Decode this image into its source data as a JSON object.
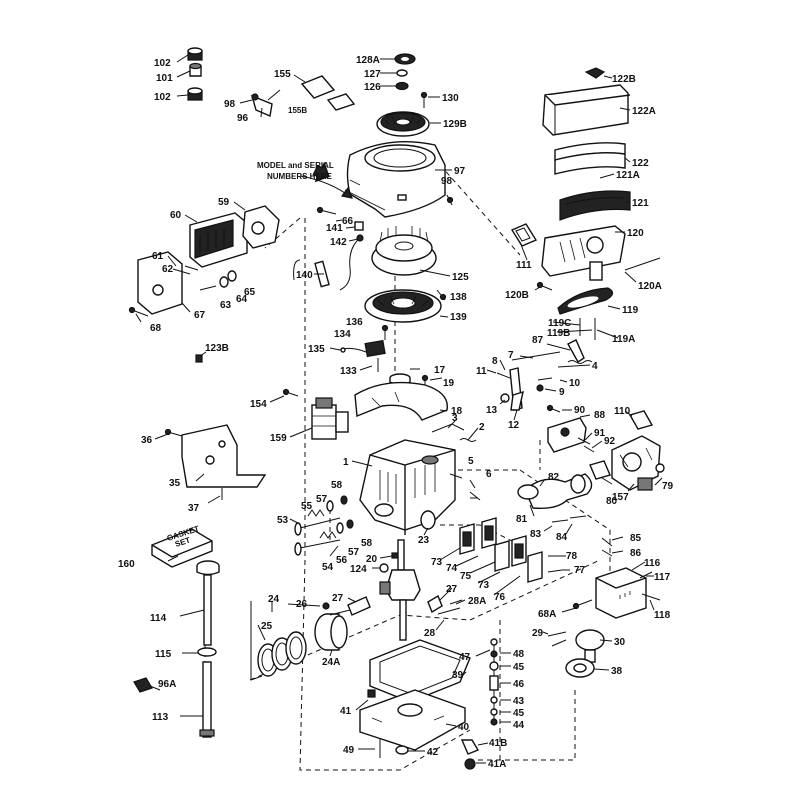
{
  "callout": {
    "line1": "MODEL and SERIAL",
    "line2": "NUMBERS HERE"
  },
  "gasket_box": {
    "line1": "GASKET",
    "line2": "SET"
  },
  "labels": {
    "p102a": "102",
    "p101": "101",
    "p102b": "102",
    "p155": "155",
    "p155b": "155B",
    "p98a": "98",
    "p96": "96",
    "p128a": "128A",
    "p127": "127",
    "p126": "126",
    "p130": "130",
    "p129b": "129B",
    "p122b": "122B",
    "p122a": "122A",
    "p122": "122",
    "p121a": "121A",
    "p121": "121",
    "p120": "120",
    "p120a": "120A",
    "p120b": "120B",
    "p111": "111",
    "p119": "119",
    "p119c": "119C",
    "p119b": "119B",
    "p119a": "119A",
    "p97": "97",
    "p98b": "98",
    "p60": "60",
    "p59": "59",
    "p66": "66",
    "p141": "141",
    "p142": "142",
    "p125": "125",
    "p140": "140",
    "p138": "138",
    "p139": "139",
    "p61": "61",
    "p62": "62",
    "p65": "65",
    "p64": "64",
    "p63": "63",
    "p67": "67",
    "p68": "68",
    "p136": "136",
    "p134": "134",
    "p135": "135",
    "p133": "133",
    "p123b": "123B",
    "p87": "87",
    "p8": "8",
    "p7": "7",
    "p4": "4",
    "p11": "11",
    "p10": "10",
    "p9": "9",
    "p17": "17",
    "p19": "19",
    "p154": "154",
    "p18": "18",
    "p13": "13",
    "p12": "12",
    "p3": "3",
    "p2": "2",
    "p90": "90",
    "p88": "88",
    "p110": "110",
    "p91": "91",
    "p92": "92",
    "p159": "159",
    "p36": "36",
    "p1": "1",
    "p5": "5",
    "p6": "6",
    "p82": "82",
    "p80": "80",
    "p157": "157",
    "p79": "79",
    "p35": "35",
    "p37": "37",
    "p58a": "58",
    "p57a": "57",
    "p55": "55",
    "p53": "53",
    "p58b": "58",
    "p57b": "57",
    "p56": "56",
    "p23": "23",
    "p81": "81",
    "p83": "83",
    "p84": "84",
    "p85": "85",
    "p86": "86",
    "p54": "54",
    "p20": "20",
    "p124": "124",
    "p73a": "73",
    "p74": "74",
    "p75": "75",
    "p73b": "73",
    "p78": "78",
    "p77": "77",
    "p76": "76",
    "p116": "116",
    "p117": "117",
    "p118": "118",
    "p68a": "68A",
    "p160": "160",
    "p24": "24",
    "p26": "26",
    "p27a": "27",
    "p27b": "27",
    "p28a": "28A",
    "p28": "28",
    "p114": "114",
    "p25": "25",
    "p24a": "24A",
    "p29": "29",
    "p30": "30",
    "p115": "115",
    "p47": "47",
    "p48": "48",
    "p45a": "45",
    "p38": "38",
    "p39": "39",
    "p96a": "96A",
    "p46": "46",
    "p41": "41",
    "p43": "43",
    "p45b": "45",
    "p44": "44",
    "p113": "113",
    "p40": "40",
    "p49": "49",
    "p42": "42",
    "p41b": "41B",
    "p41a": "41A"
  }
}
